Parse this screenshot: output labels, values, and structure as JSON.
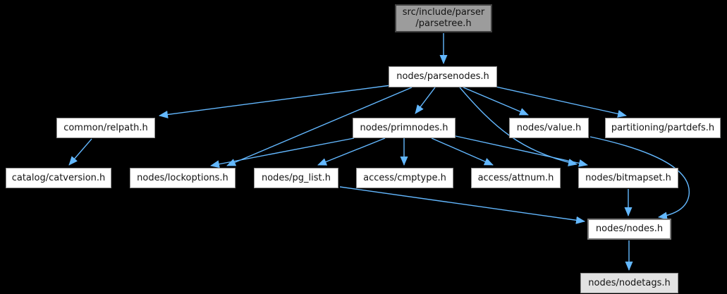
{
  "diagram": {
    "kind": "include-dependency-graph",
    "colors": {
      "background": "#000000",
      "edge": "#63b8ff",
      "node_fill": "#ffffff",
      "node_border": "#8f8f8f",
      "main_node_fill": "#9c9c9c",
      "main_node_border": "#424242",
      "truncated_node_fill": "#e2e2e2",
      "text": "#131313"
    },
    "nodes": [
      {
        "id": "parsetree",
        "label": "src/include/parser\n/parsetree.h"
      },
      {
        "id": "parsenodes",
        "label": "nodes/parsenodes.h"
      },
      {
        "id": "relpath",
        "label": "common/relpath.h"
      },
      {
        "id": "primnodes",
        "label": "nodes/primnodes.h"
      },
      {
        "id": "value",
        "label": "nodes/value.h"
      },
      {
        "id": "partdefs",
        "label": "partitioning/partdefs.h"
      },
      {
        "id": "catversion",
        "label": "catalog/catversion.h"
      },
      {
        "id": "lockoptions",
        "label": "nodes/lockoptions.h"
      },
      {
        "id": "pg_list",
        "label": "nodes/pg_list.h"
      },
      {
        "id": "cmptype",
        "label": "access/cmptype.h"
      },
      {
        "id": "attnum",
        "label": "access/attnum.h"
      },
      {
        "id": "bitmapset",
        "label": "nodes/bitmapset.h"
      },
      {
        "id": "nodes_h",
        "label": "nodes/nodes.h"
      },
      {
        "id": "nodetags",
        "label": "nodes/nodetags.h"
      }
    ],
    "edges": [
      {
        "from": "parsetree",
        "to": "parsenodes"
      },
      {
        "from": "parsenodes",
        "to": "relpath"
      },
      {
        "from": "parsenodes",
        "to": "lockoptions"
      },
      {
        "from": "parsenodes",
        "to": "primnodes"
      },
      {
        "from": "parsenodes",
        "to": "value"
      },
      {
        "from": "parsenodes",
        "to": "partdefs"
      },
      {
        "from": "parsenodes",
        "to": "bitmapset"
      },
      {
        "from": "primnodes",
        "to": "lockoptions"
      },
      {
        "from": "primnodes",
        "to": "pg_list"
      },
      {
        "from": "primnodes",
        "to": "cmptype"
      },
      {
        "from": "primnodes",
        "to": "attnum"
      },
      {
        "from": "primnodes",
        "to": "bitmapset"
      },
      {
        "from": "value",
        "to": "nodes_h"
      },
      {
        "from": "pg_list",
        "to": "nodes_h"
      },
      {
        "from": "bitmapset",
        "to": "nodes_h"
      },
      {
        "from": "relpath",
        "to": "catversion"
      },
      {
        "from": "nodes_h",
        "to": "nodetags"
      }
    ]
  }
}
